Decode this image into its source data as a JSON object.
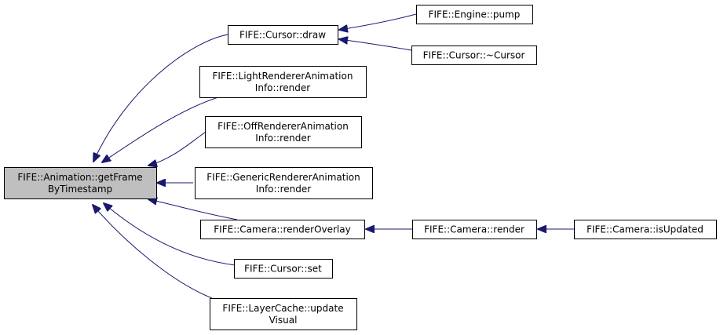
{
  "colors": {
    "edge": "#191970",
    "root_fill": "#bfbfbf",
    "node_fill": "#ffffff",
    "node_stroke": "#000000"
  },
  "nodes": [
    {
      "id": "get-frame",
      "lines": [
        "FIFE::Animation::getFrame",
        "ByTimestamp"
      ],
      "root": true
    },
    {
      "id": "cursor-draw",
      "lines": [
        "FIFE::Cursor::draw"
      ]
    },
    {
      "id": "engine-pump",
      "lines": [
        "FIFE::Engine::pump"
      ]
    },
    {
      "id": "cursor-dtor",
      "lines": [
        "FIFE::Cursor::~Cursor"
      ]
    },
    {
      "id": "light-renderer",
      "lines": [
        "FIFE::LightRendererAnimation",
        "Info::render"
      ]
    },
    {
      "id": "off-renderer",
      "lines": [
        "FIFE::OffRendererAnimation",
        "Info::render"
      ]
    },
    {
      "id": "generic-renderer",
      "lines": [
        "FIFE::GenericRendererAnimation",
        "Info::render"
      ]
    },
    {
      "id": "camera-render-overlay",
      "lines": [
        "FIFE::Camera::renderOverlay"
      ]
    },
    {
      "id": "camera-render",
      "lines": [
        "FIFE::Camera::render"
      ]
    },
    {
      "id": "camera-is-updated",
      "lines": [
        "FIFE::Camera::isUpdated"
      ]
    },
    {
      "id": "cursor-set",
      "lines": [
        "FIFE::Cursor::set"
      ]
    },
    {
      "id": "layercache-update",
      "lines": [
        "FIFE::LayerCache::update",
        "Visual"
      ]
    }
  ],
  "edges": [
    {
      "from": "cursor-draw",
      "to": "get-frame"
    },
    {
      "from": "light-renderer",
      "to": "get-frame"
    },
    {
      "from": "off-renderer",
      "to": "get-frame"
    },
    {
      "from": "generic-renderer",
      "to": "get-frame"
    },
    {
      "from": "camera-render-overlay",
      "to": "get-frame"
    },
    {
      "from": "cursor-set",
      "to": "get-frame"
    },
    {
      "from": "layercache-update",
      "to": "get-frame"
    },
    {
      "from": "engine-pump",
      "to": "cursor-draw"
    },
    {
      "from": "cursor-dtor",
      "to": "cursor-draw"
    },
    {
      "from": "camera-render",
      "to": "camera-render-overlay"
    },
    {
      "from": "camera-is-updated",
      "to": "camera-render"
    }
  ]
}
